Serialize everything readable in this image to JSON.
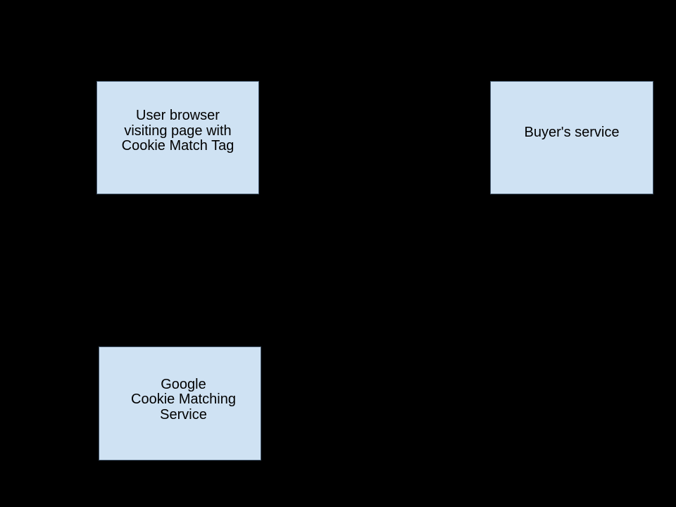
{
  "page": {
    "background_color": "#000000"
  },
  "diagram": {
    "box_fill_color": "#cfe2f3",
    "box_border_color": "#42556a",
    "text_color": "#000000",
    "nodes": [
      {
        "id": "user-browser",
        "lines": [
          "User browser",
          "visiting page with",
          "Cookie Match Tag"
        ]
      },
      {
        "id": "buyers-service",
        "lines": [
          "Buyer's service"
        ]
      },
      {
        "id": "google-cookie-matching-service",
        "lines": [
          "Google",
          "Cookie Matching",
          "Service"
        ]
      }
    ]
  }
}
